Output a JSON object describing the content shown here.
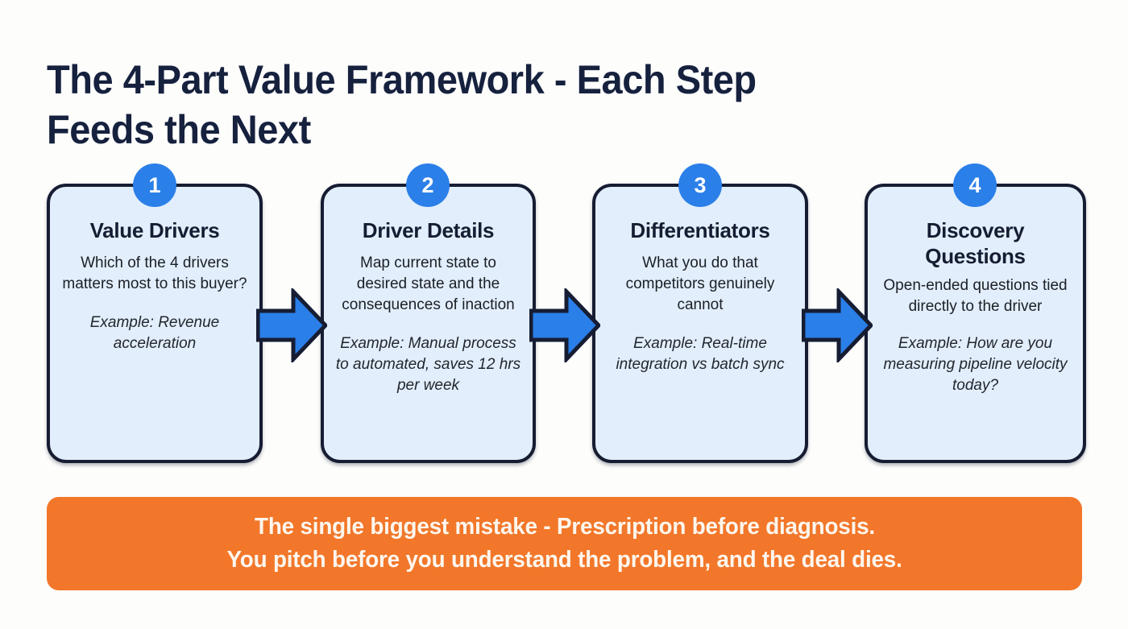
{
  "page": {
    "background_color": "#fdfdfc",
    "title_lines": [
      "The 4-Part Value Framework - Each Step",
      "Feeds the Next"
    ],
    "title_color": "#16213e"
  },
  "colors": {
    "accent_blue": "#2b7fe8",
    "card_fill": "#e2eefb",
    "card_border": "#161d33",
    "banner_orange": "#f2772a",
    "banner_text": "#fdf6ee"
  },
  "steps": [
    {
      "number": "1",
      "title": "Value Drivers",
      "body": "Which of the 4 drivers matters most to this buyer?",
      "example": "Example: Revenue acceleration"
    },
    {
      "number": "2",
      "title": "Driver Details",
      "body": "Map current state to desired state and the consequences of inaction",
      "example": "Example: Manual process to automated, saves 12 hrs per week"
    },
    {
      "number": "3",
      "title": "Differentiators",
      "body": "What you do that competitors genuinely cannot",
      "example": "Example: Real-time integration vs batch sync"
    },
    {
      "number": "4",
      "title": "Discovery Questions",
      "body": "Open-ended questions tied directly to the driver",
      "example": "Example: How are you measuring pipeline velocity today?"
    }
  ],
  "connectors": [
    {
      "icon": "right-arrow-icon",
      "from": "1",
      "to": "2"
    },
    {
      "icon": "right-arrow-icon",
      "from": "2",
      "to": "3"
    },
    {
      "icon": "right-arrow-icon",
      "from": "3",
      "to": "4"
    }
  ],
  "banner": {
    "lines": [
      "The single biggest mistake - Prescription before diagnosis.",
      "You pitch before you understand the problem, and the deal dies."
    ]
  }
}
